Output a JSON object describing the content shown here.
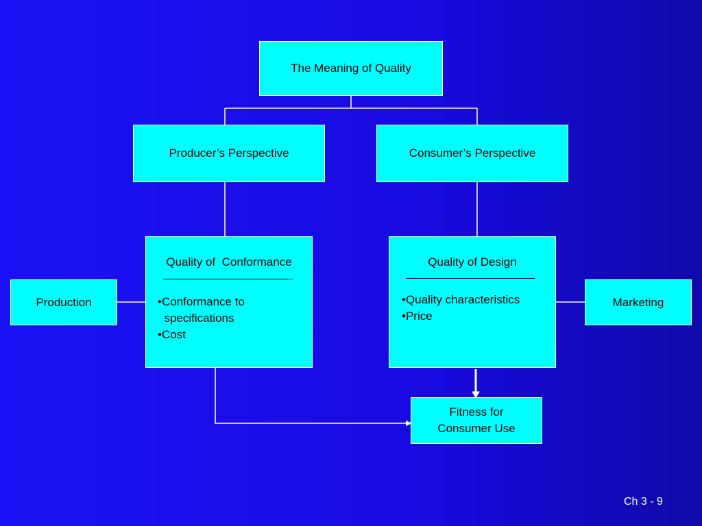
{
  "diagram": {
    "root": "The Meaning of Quality",
    "producer_perspective": "Producer’s Perspective",
    "consumer_perspective": "Consumer’s Perspective",
    "quality_of_conformance": {
      "title": "Quality of  Conformance",
      "bullets": [
        "•Conformance to\n  specifications",
        "•Cost"
      ]
    },
    "quality_of_design": {
      "title": "Quality of Design",
      "bullets": [
        "•Quality characteristics",
        "•Price"
      ]
    },
    "production": "Production",
    "marketing": "Marketing",
    "fitness": "Fitness for\nConsumer Use"
  },
  "footer": {
    "slide_number": "Ch 3 - 9"
  },
  "colors": {
    "box_fill": "#00ffff",
    "line": "#ffffff",
    "background": "#1a12f4"
  }
}
